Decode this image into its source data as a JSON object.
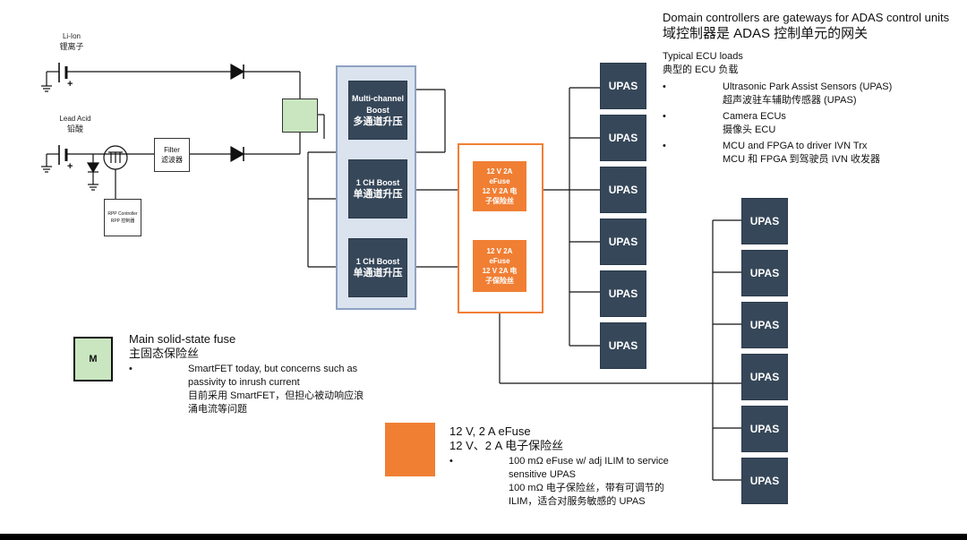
{
  "battery_liion": {
    "line1": "Li-Ion",
    "line2": "锂离子"
  },
  "battery_lead": {
    "line1": "Lead Acid",
    "line2": "铅酸"
  },
  "filter": {
    "line1": "Filter",
    "line2": "滤波器"
  },
  "rpp": {
    "line1": "RPP Controller",
    "line2": "RPP 控制器"
  },
  "boost_blocks": [
    {
      "en_a": "Multi-channel",
      "en_b": "Boost",
      "cn": "多通道升压"
    },
    {
      "en_a": "1 CH Boost",
      "en_b": "",
      "cn": "单通道升压"
    },
    {
      "en_a": "1 CH Boost",
      "en_b": "",
      "cn": "单通道升压"
    }
  ],
  "efuses": [
    {
      "l1": "12 V 2A",
      "l2": "eFuse",
      "l3": "12 V 2A 电",
      "l4": "子保险丝"
    },
    {
      "l1": "12 V 2A",
      "l2": "eFuse",
      "l3": "12 V 2A 电",
      "l4": "子保险丝"
    }
  ],
  "upas_label": "UPAS",
  "domain": {
    "title_en": "Domain controllers are gateways for ADAS control units",
    "title_cn": "域控制器是 ADAS 控制单元的网关",
    "typical_en": "Typical ECU loads",
    "typical_cn": "典型的 ECU 负载",
    "items": [
      {
        "en": "Ultrasonic Park Assist Sensors (UPAS)",
        "cn": "超声波驻车辅助传感器 (UPAS)"
      },
      {
        "en": "Camera ECUs",
        "cn": "摄像头 ECU"
      },
      {
        "en": "MCU and FPGA to driver IVN Trx",
        "cn": "MCU 和 FPGA 到驾驶员 IVN 收发器"
      }
    ]
  },
  "main_fuse": {
    "symbol": "M",
    "title_en": "Main solid-state fuse",
    "title_cn": "主固态保险丝",
    "bullet_en": "SmartFET today, but concerns such as passivity to inrush current",
    "bullet_cn": "目前采用 SmartFET，但担心被动响应浪涌电流等问题"
  },
  "efuse_legend": {
    "title_en": "12 V, 2 A eFuse",
    "title_cn": "12 V、2 A 电子保险丝",
    "bullet_en": "100 mΩ eFuse w/ adj ILIM to service sensitive UPAS",
    "bullet_cn": "100 mΩ 电子保险丝，带有可调节的 ILIM，适合对服务敏感的 UPAS"
  },
  "colors": {
    "dark_box": "#364759",
    "boost_panel_fill": "#dbe3ef",
    "boost_panel_border": "#8ea3c2",
    "efuse_fill": "#f07f34",
    "main_fuse_fill": "#c9e6c0",
    "efuse_panel_border": "#f07f34"
  }
}
